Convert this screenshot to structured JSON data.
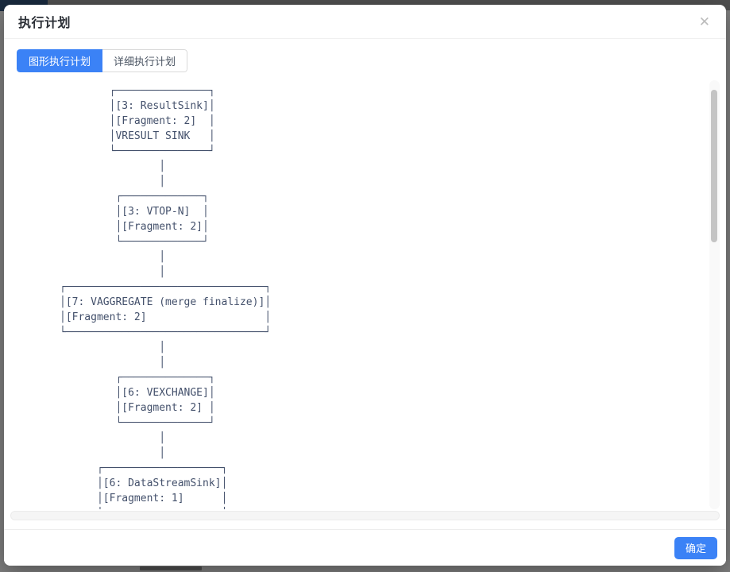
{
  "dialog": {
    "title": "执行计划",
    "tabs": [
      {
        "label": "图形执行计划",
        "active": true
      },
      {
        "label": "详细执行计划",
        "active": false
      }
    ],
    "plan_ascii": "        ┌───────────────┐\n        │[3: ResultSink]│\n        │[Fragment: 2]  │\n        │VRESULT SINK   │\n        └───────────────┘\n                │\n                │\n         ┌─────────────┐\n         │[3: VTOP-N]  │\n         │[Fragment: 2]│\n         └─────────────┘\n                │\n                │\n┌────────────────────────────────┐\n│[7: VAGGREGATE (merge finalize)]│\n│[Fragment: 2]                   │\n└────────────────────────────────┘\n                │\n                │\n         ┌──────────────┐\n         │[6: VEXCHANGE]│\n         │[Fragment: 2] │\n         └──────────────┘\n                │\n                │\n      ┌───────────────────┐\n      │[6: DataStreamSink]│\n      │[Fragment: 1]      │\n      │                   │",
    "footer": {
      "ok_label": "确定"
    }
  },
  "icons": {
    "close": "✕"
  },
  "colors": {
    "accent": "#3b82f6",
    "plan_text": "#43506b",
    "inactive_tab_border": "#d9d9d9",
    "scrollbar_thumb": "#c4c4c4"
  }
}
